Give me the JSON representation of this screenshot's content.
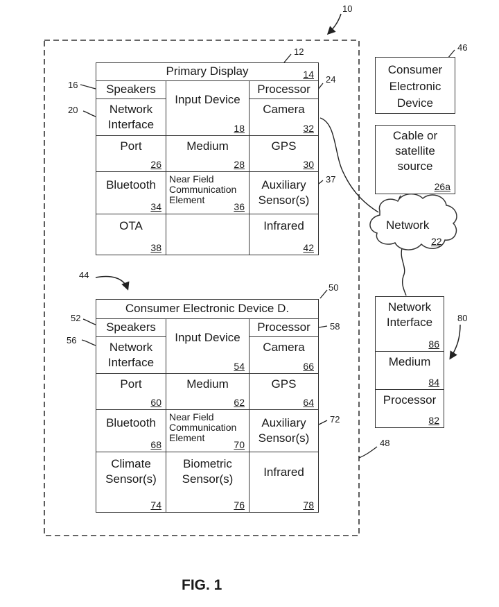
{
  "refs": {
    "system": "10",
    "primary_box": "12",
    "speakers_top": "16",
    "processor_top": "24",
    "netif_top": "20",
    "aux_top": "37",
    "cons_elec": "46",
    "device_d": "44",
    "device_d_box": "50",
    "speakers_bot": "52",
    "processor_bot": "58",
    "netif_bot": "56",
    "aux_bot": "72",
    "remote": "80",
    "dashed": "48"
  },
  "primary": {
    "title": "Primary Display",
    "title_num": "14",
    "speakers": "Speakers",
    "processor": "Processor",
    "input_device": "Input Device",
    "input_num": "18",
    "network_interface": "Network\nInterface",
    "camera": "Camera",
    "camera_num": "32",
    "port": "Port",
    "port_num": "26",
    "medium": "Medium",
    "medium_num": "28",
    "gps": "GPS",
    "gps_num": "30",
    "bluetooth": "Bluetooth",
    "bt_num": "34",
    "nfc": "Near Field\nCommunication\nElement",
    "nfc_num": "36",
    "aux": "Auxiliary\nSensor(s)",
    "ota": "OTA",
    "ota_num": "38",
    "infrared": "Infrared",
    "ir_num": "42"
  },
  "device_d": {
    "title": "Consumer Electronic Device D.",
    "speakers": "Speakers",
    "processor": "Processor",
    "input_device": "Input Device",
    "input_num": "54",
    "network_interface": "Network\nInterface",
    "camera": "Camera",
    "camera_num": "66",
    "port": "Port",
    "port_num": "60",
    "medium": "Medium",
    "medium_num": "62",
    "gps": "GPS",
    "gps_num": "64",
    "bluetooth": "Bluetooth",
    "bt_num": "68",
    "nfc": "Near Field\nCommunication\nElement",
    "nfc_num": "70",
    "aux": "Auxiliary\nSensor(s)",
    "climate": "Climate\nSensor(s)",
    "climate_num": "74",
    "biometric": "Biometric\nSensor(s)",
    "bio_num": "76",
    "infrared": "Infrared",
    "ir_num": "78"
  },
  "side": {
    "cons_elec": "Consumer\nElectronic\nDevice",
    "cable": "Cable or\nsatellite\nsource",
    "cable_num": "26a",
    "network": "Network",
    "network_num": "22"
  },
  "remote": {
    "network_interface": "Network\nInterface",
    "ni_num": "86",
    "medium": "Medium",
    "medium_num": "84",
    "processor": "Processor",
    "proc_num": "82"
  },
  "figure_label": "FIG. 1"
}
